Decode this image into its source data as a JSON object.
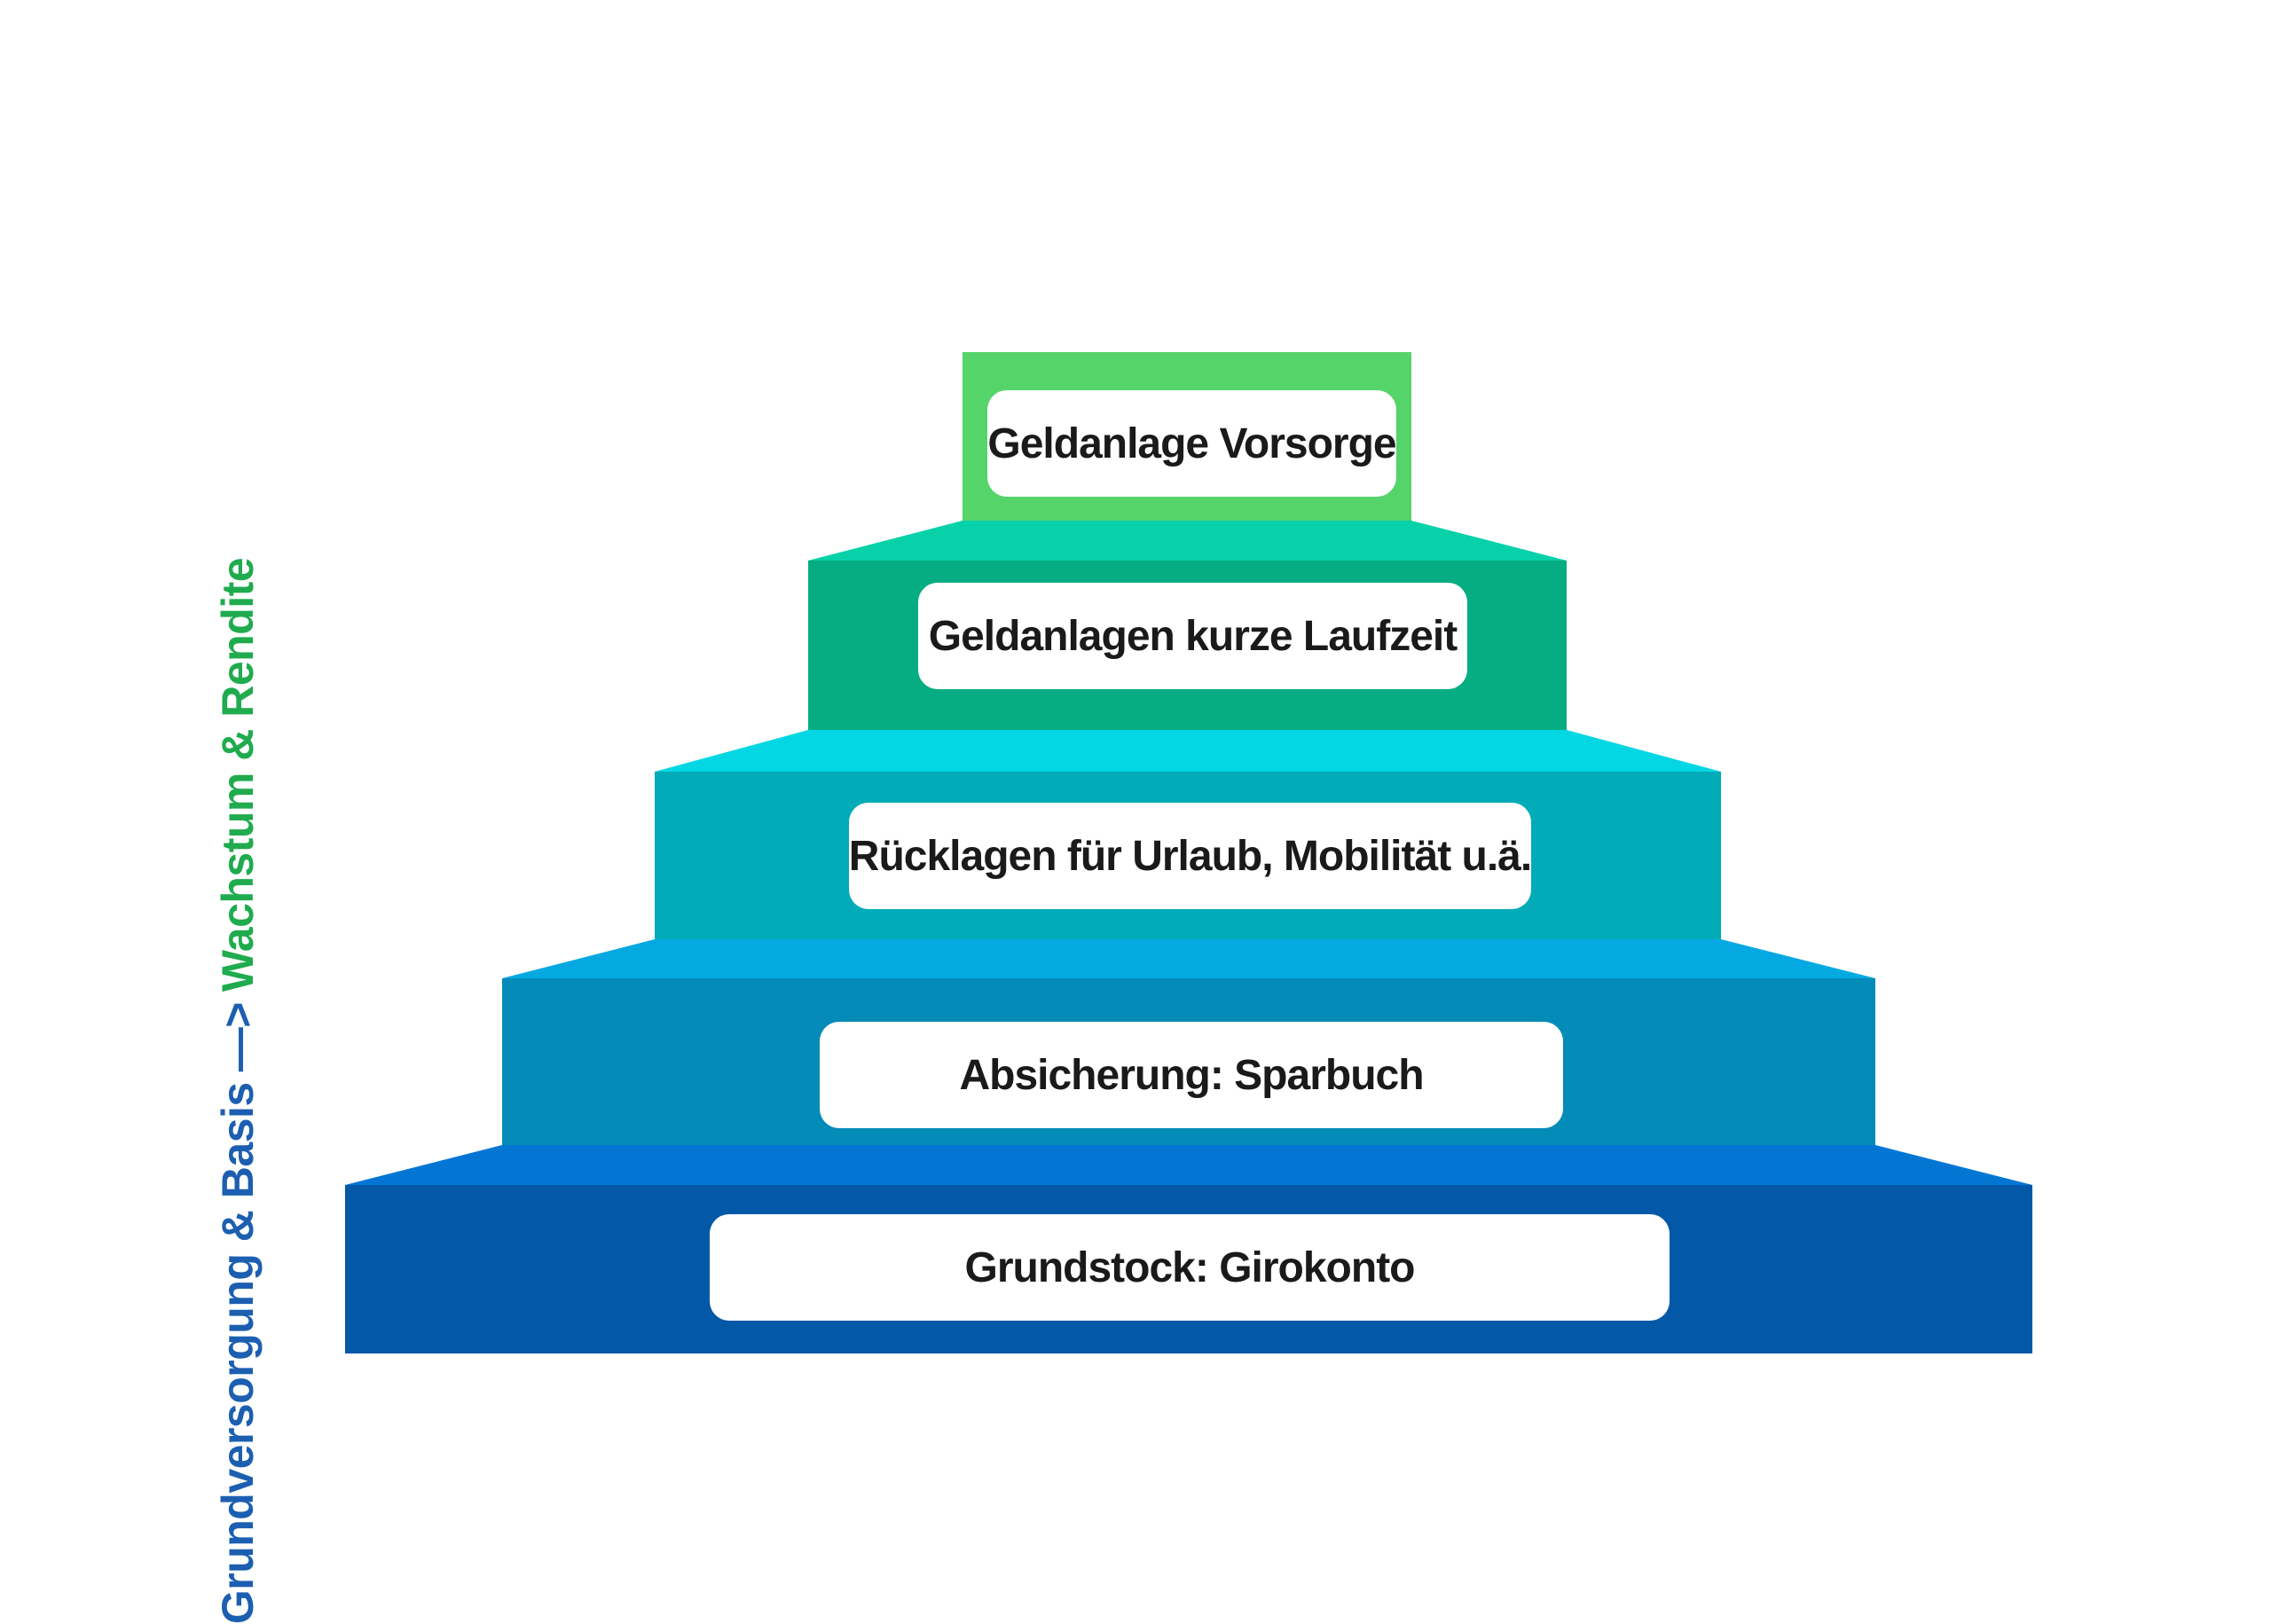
{
  "steps": [
    {
      "label": "Geldanlage Vorsorge",
      "colors": {
        "top": "#55d46a",
        "tread": "#5fd77c",
        "riser": "#55d46a"
      }
    },
    {
      "label": "Geldanlagen kurze Laufzeit",
      "colors": {
        "tread": "#06d1a9",
        "riser": "#06ac82"
      }
    },
    {
      "label": "Rücklagen für Urlaub, Mobilität u.ä.",
      "colors": {
        "tread": "#03d7e3",
        "riser": "#02abb8"
      }
    },
    {
      "label": "Absicherung: Sparbuch",
      "colors": {
        "tread": "#05a9e2",
        "riser": "#048bb8"
      }
    },
    {
      "label": "Grundstock: Girokonto",
      "colors": {
        "tread": "#0376d4",
        "riser": "#0358a7"
      }
    }
  ],
  "side_axis": {
    "from": "Grundversorgung & Basis",
    "arrow": "—>",
    "to": "Wachstum & Rendite",
    "from_color": "#1c5fb1",
    "to_color": "#1fab4e"
  }
}
